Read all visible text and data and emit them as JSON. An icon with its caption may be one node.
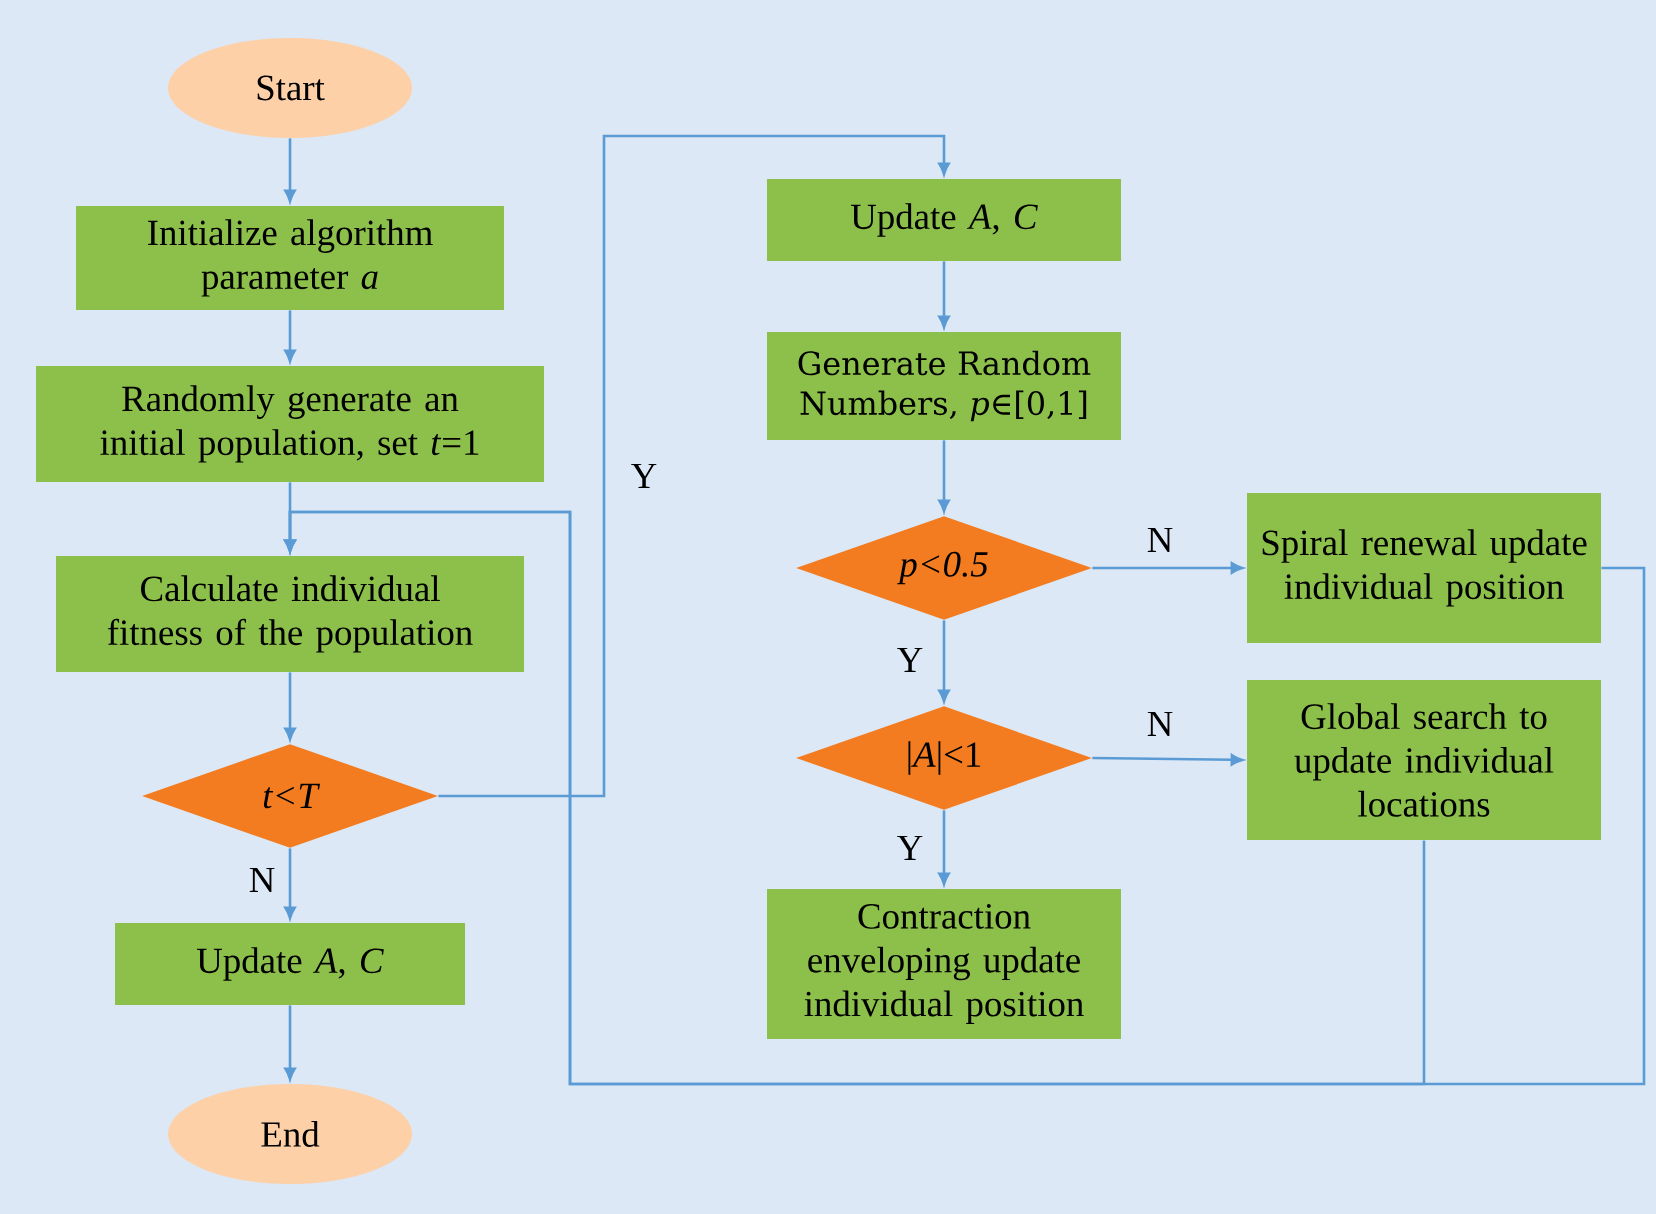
{
  "diagram": {
    "nodes": [
      {
        "text": [
          "Start"
        ]
      },
      {
        "text": [
          "Initialize algorithm parameter *a*"
        ]
      },
      {
        "text": [
          "Randomly generate an initial population, set *t*=1"
        ]
      },
      {
        "text": [
          "Calculate individual fitness of the population"
        ]
      },
      {
        "text": [
          "t<T"
        ]
      },
      {
        "text": [
          "Update *A*, *C*"
        ]
      },
      {
        "text": [
          "End"
        ]
      },
      {
        "text": [
          "Update *A*, *C*"
        ]
      },
      {
        "text": [
          "Generate Random Numbers, *p*∈[0,1]"
        ]
      },
      {
        "text": [
          "p<0.5"
        ]
      },
      {
        "text": [
          "|*A*|<1"
        ]
      },
      {
        "text": [
          "Contraction enveloping update individual position"
        ]
      },
      {
        "text": [
          "Spiral renewal update individual position"
        ]
      },
      {
        "text": [
          "Global search to update individual locations"
        ]
      }
    ],
    "edges": [
      {
        "from": 0,
        "to": 1,
        "arrow": "to"
      },
      {
        "from": 1,
        "to": 2,
        "arrow": "to"
      },
      {
        "from": 2,
        "to": 3,
        "arrow": "to"
      },
      {
        "from": 3,
        "to": 4,
        "arrow": "to"
      },
      {
        "from": 4,
        "to": 5,
        "arrow": "to",
        "label": "N"
      },
      {
        "from": 5,
        "to": 6,
        "arrow": "to"
      },
      {
        "from": 4,
        "to": 7,
        "arrow": "to",
        "label": "Y"
      },
      {
        "from": 7,
        "to": 8,
        "arrow": "to"
      },
      {
        "from": 8,
        "to": 9,
        "arrow": "to"
      },
      {
        "from": 9,
        "to": 12,
        "arrow": "to",
        "label": "N"
      },
      {
        "from": 9,
        "to": 10,
        "arrow": "to",
        "label": "Y"
      },
      {
        "from": 10,
        "to": 13,
        "arrow": "to",
        "label": "N"
      },
      {
        "from": 10,
        "to": 11,
        "arrow": "to",
        "label": "Y"
      },
      {
        "from": 12,
        "to": 3,
        "arrow": "to"
      },
      {
        "from": 13,
        "to": 3,
        "arrow": "to"
      }
    ]
  }
}
